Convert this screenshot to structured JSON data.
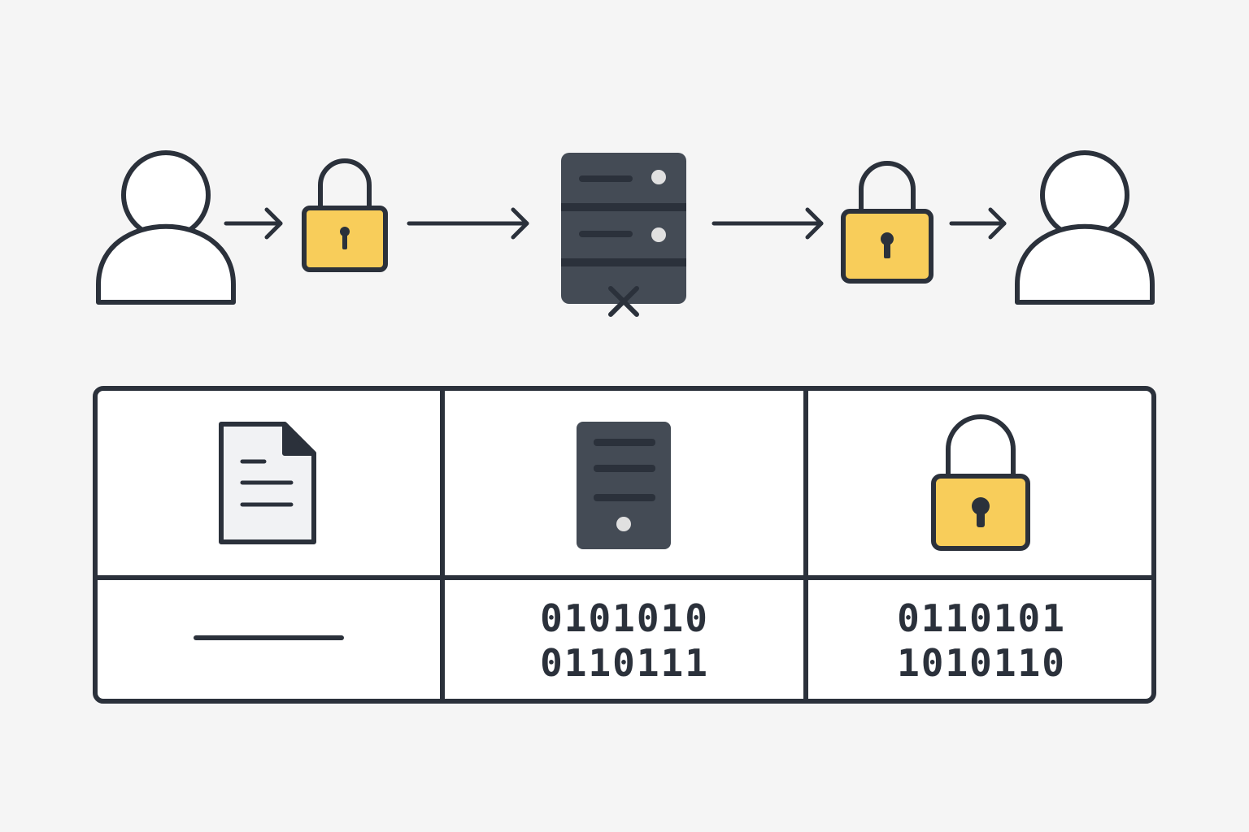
{
  "diagram": {
    "flow": [
      {
        "kind": "user",
        "icon": "user-icon"
      },
      {
        "kind": "arrow"
      },
      {
        "kind": "lock",
        "icon": "padlock-icon"
      },
      {
        "kind": "arrow"
      },
      {
        "kind": "server",
        "icon": "server-icon",
        "badge_icon": "cross-icon"
      },
      {
        "kind": "arrow"
      },
      {
        "kind": "lock",
        "icon": "padlock-icon"
      },
      {
        "kind": "arrow"
      },
      {
        "kind": "user",
        "icon": "user-icon"
      }
    ],
    "table": {
      "columns": [
        {
          "icon": "document-icon",
          "value_type": "line",
          "lines": []
        },
        {
          "icon": "server-icon",
          "value_type": "binary",
          "lines": [
            "0101010",
            "0110111"
          ]
        },
        {
          "icon": "padlock-icon",
          "value_type": "binary",
          "lines": [
            "0110101",
            "1010110"
          ]
        }
      ]
    }
  },
  "colors": {
    "background": "#f5f5f5",
    "stroke": "#2b313b",
    "server_fill": "#444b55",
    "server_slot": "#2b313b",
    "led": "#e0e0e0",
    "lock_fill": "#f8cd5a",
    "doc_fill": "#f1f2f4",
    "cell_fill": "#ffffff"
  }
}
